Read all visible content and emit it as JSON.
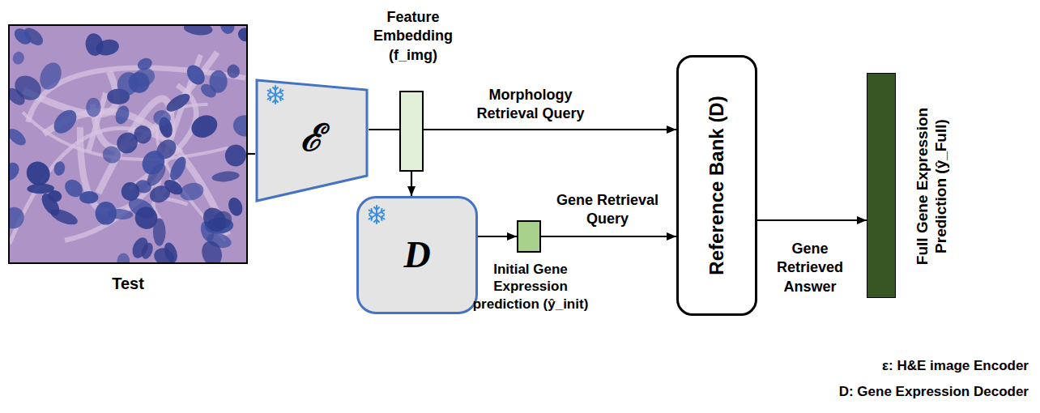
{
  "diagram": {
    "nodes": [
      {
        "text": [
          "Test"
        ]
      },
      {
        "text": [
          "ℰ"
        ]
      },
      {
        "text": [
          "Feature Embedding (f_img)"
        ]
      },
      {
        "text": [
          "D"
        ]
      },
      {
        "text": [
          "Initial Gene Expression prediction (ŷ_init)"
        ]
      },
      {
        "text": [
          "Reference Bank (D)"
        ]
      },
      {
        "text": [
          "Full Gene Expression Prediction (ŷ_Full)"
        ]
      }
    ],
    "edges": [
      {
        "from": 0,
        "to": 1,
        "arrow": "none"
      },
      {
        "from": 1,
        "to": 2,
        "arrow": "none"
      },
      {
        "from": 2,
        "to": 5,
        "arrow": "to",
        "label": "Morphology Retrieval Query"
      },
      {
        "from": 2,
        "to": 3,
        "arrow": "to"
      },
      {
        "from": 3,
        "to": 4,
        "arrow": "to"
      },
      {
        "from": 4,
        "to": 5,
        "arrow": "to",
        "label": "Gene Retrieval Query"
      },
      {
        "from": 5,
        "to": 6,
        "arrow": "to",
        "label": "Gene Retrieved Answer"
      }
    ],
    "labels": [
      "ε: H&E image Encoder",
      "D: Gene Expression Decoder"
    ]
  }
}
